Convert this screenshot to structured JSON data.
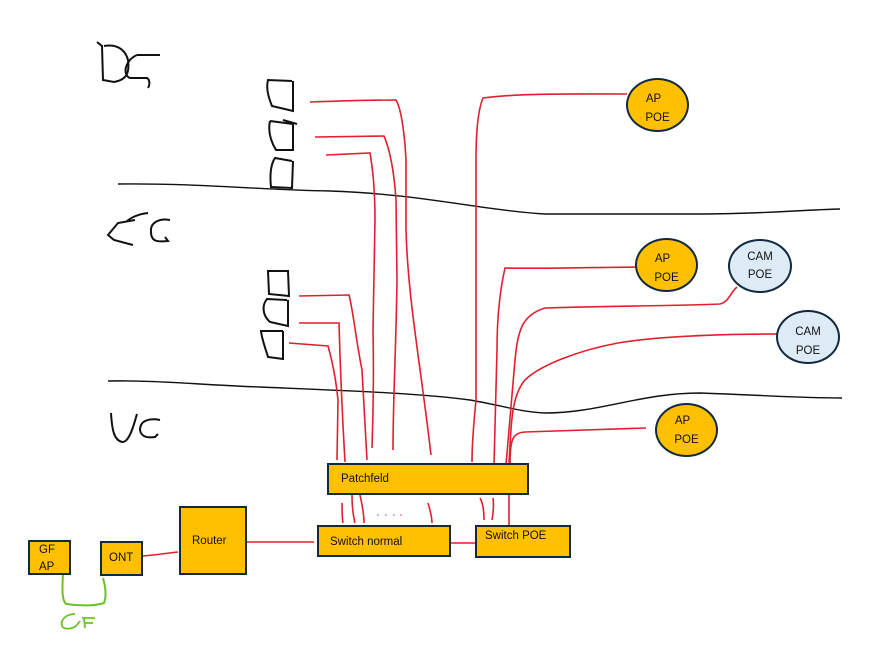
{
  "colors": {
    "device_fill": "#FFC000",
    "camera_fill": "#DDEBF7",
    "outline": "#13293d",
    "cable": "#E0202E",
    "fiber": "#6CC22A",
    "floor_line": "#111111"
  },
  "floors": [
    {
      "id": "dg",
      "label": "DG"
    },
    {
      "id": "eg",
      "label": "EG"
    },
    {
      "id": "ug",
      "label": "UG"
    }
  ],
  "devices": {
    "patchfeld": "Patchfeld",
    "switch_normal": "Switch normal",
    "switch_poe": "Switch POE",
    "router": "Router",
    "ont": "ONT",
    "gf_ap": {
      "line1": "GF",
      "line2": "AP"
    }
  },
  "endpoints": [
    {
      "id": "ap-dg",
      "type": "ap",
      "floor": "DG",
      "line1": "AP",
      "line2": "POE"
    },
    {
      "id": "ap-eg",
      "type": "ap",
      "floor": "EG",
      "line1": "AP",
      "line2": "POE"
    },
    {
      "id": "cam-eg-1",
      "type": "cam",
      "floor": "EG",
      "line1": "CAM",
      "line2": "POE"
    },
    {
      "id": "cam-eg-2",
      "type": "cam",
      "floor": "EG",
      "line1": "CAM",
      "line2": "POE"
    },
    {
      "id": "ap-ug",
      "type": "ap",
      "floor": "UG",
      "line1": "AP",
      "line2": "POE"
    }
  ],
  "wall_outlets": [
    {
      "floor": "DG",
      "count": 3
    },
    {
      "floor": "EG",
      "count": 3
    }
  ],
  "fiber_label": "GF",
  "ellipsis": "...."
}
